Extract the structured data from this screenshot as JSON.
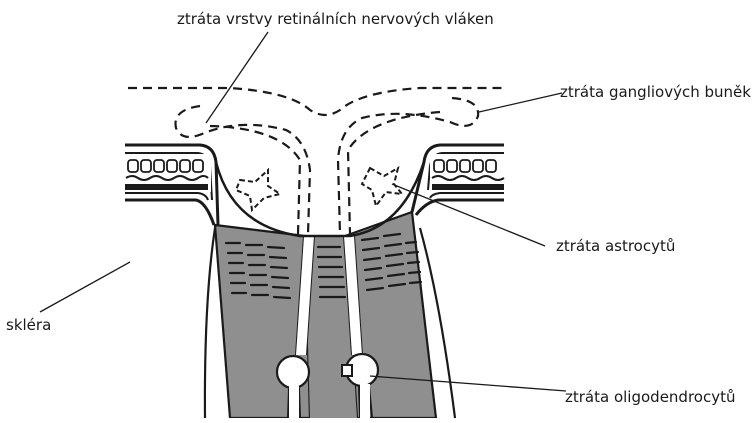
{
  "labels": {
    "rnfl": "ztráta vrstvy retinálních nervových vláken",
    "ganglion": "ztráta gangliových buněk",
    "astrocytes": "ztráta astrocytů",
    "sclera": "skléra",
    "oligodendrocytes": "ztráta oligodendrocytů"
  },
  "colors": {
    "tissue_fill": "#8f8f8f",
    "ink": "#1a1a1a",
    "paper": "#ffffff"
  }
}
